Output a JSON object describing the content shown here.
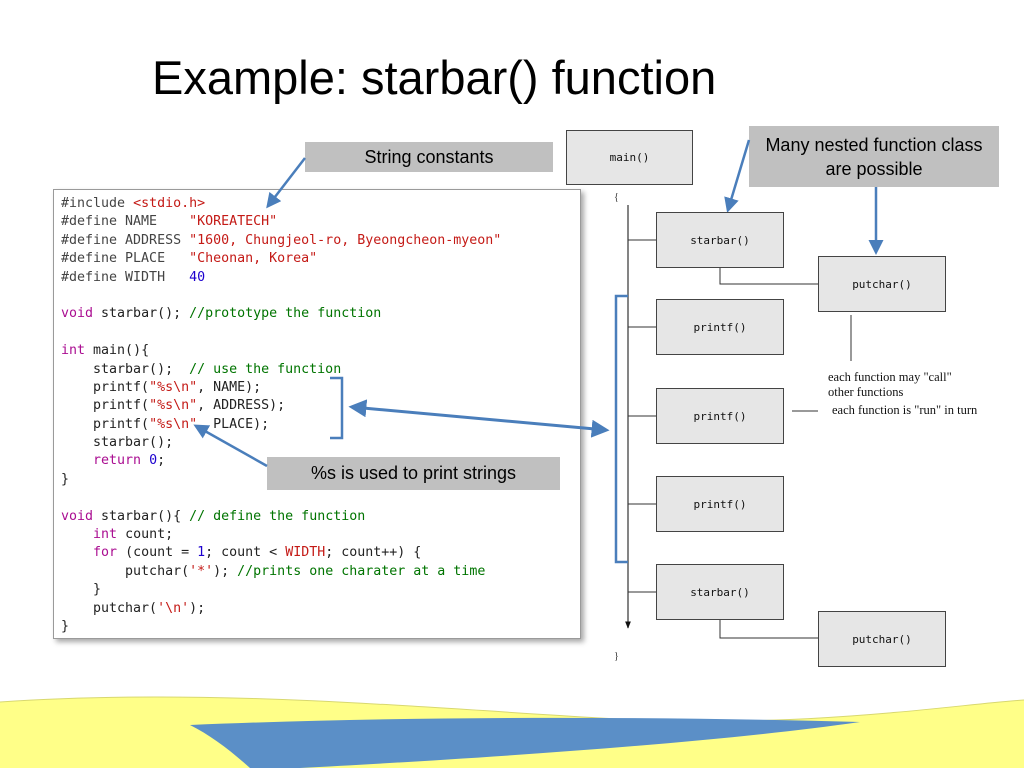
{
  "slide": {
    "title": "Example: starbar() function"
  },
  "callouts": {
    "string_constants": "String constants",
    "nested_calls": "Many nested function class are possible",
    "percent_s": "%s is used to print strings"
  },
  "code": {
    "l1a": "#include ",
    "l1b": "<stdio.h>",
    "l2a": "#define NAME    ",
    "l2b": "\"KOREATECH\"",
    "l3a": "#define ADDRESS ",
    "l3b": "\"1600, Chungjeol-ro, Byeongcheon-myeon\"",
    "l4a": "#define PLACE   ",
    "l4b": "\"Cheonan, Korea\"",
    "l5a": "#define WIDTH   ",
    "l5b": "40",
    "l7a": "void",
    "l7b": " starbar(); ",
    "l7c": "//prototype the function",
    "l9a": "int",
    "l9b": " main(){",
    "l10a": "    starbar();  ",
    "l10b": "// use the function",
    "l11a": "    printf(",
    "l11b": "\"%s\\n\"",
    "l11c": ", NAME);",
    "l12a": "    printf(",
    "l12b": "\"%s\\n\"",
    "l12c": ", ADDRESS);",
    "l13a": "    printf(",
    "l13b": "\"%s\\n\"",
    "l13c": ", PLACE);",
    "l14a": "    starbar();",
    "l15a": "    ",
    "l15b": "return",
    "l15c": " ",
    "l15d": "0",
    "l15e": ";",
    "l16a": "}",
    "l18a": "void",
    "l18b": " starbar(){ ",
    "l18c": "// define the function",
    "l19a": "    ",
    "l19b": "int",
    "l19c": " count;",
    "l20a": "    ",
    "l20b": "for",
    "l20c": " (count = ",
    "l20d": "1",
    "l20e": "; count < ",
    "l20f": "WIDTH",
    "l20g": "; count++) {",
    "l21a": "        putchar(",
    "l21b": "'*'",
    "l21c": "); ",
    "l21d": "//prints one charater at a time",
    "l22a": "    }",
    "l23a": "    putchar(",
    "l23b": "'\\n'",
    "l23c": ");",
    "l24a": "}"
  },
  "diagram": {
    "main": "main()",
    "open_brace": "{",
    "close_brace": "}",
    "starbar1": "starbar()",
    "putchar1": "putchar()",
    "printf1": "printf()",
    "printf2": "printf()",
    "printf3": "printf()",
    "starbar2": "starbar()",
    "putchar2": "putchar()",
    "note1": "each function may \"call\"",
    "note2": "other functions",
    "note3": "each function is \"run\" in turn"
  },
  "colors": {
    "arrow": "#4a7ebb",
    "callout_bg": "#c0c0c0",
    "wave_yellow": "#ffff88",
    "wave_blue": "#5b8fc7"
  }
}
